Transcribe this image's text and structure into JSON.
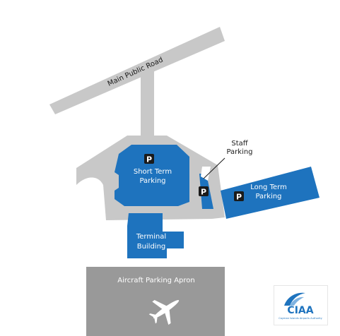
{
  "map": {
    "road_label": "Main Public Road",
    "staff_parking_label": [
      "Staff",
      "Parking"
    ],
    "short_term_label": [
      "Short Term",
      "Parking"
    ],
    "long_term_label": [
      "Long Term",
      "Parking"
    ],
    "terminal_label": [
      "Terminal",
      "Building"
    ],
    "apron_label": "Aircraft Parking Apron",
    "parking_sign": "P"
  },
  "logo": {
    "text": "CIAA",
    "tagline": "Cayman Islands Airports Authority"
  },
  "colors": {
    "road": "#c8c8c8",
    "parking": "#1e73be",
    "apron": "#999999",
    "sign_bg": "#1a1a1a",
    "sign_fg": "#ffffff",
    "logo": "#1e73be"
  },
  "icons": [
    "airplane-icon",
    "parking-sign-icon",
    "ciaa-logo-icon"
  ]
}
